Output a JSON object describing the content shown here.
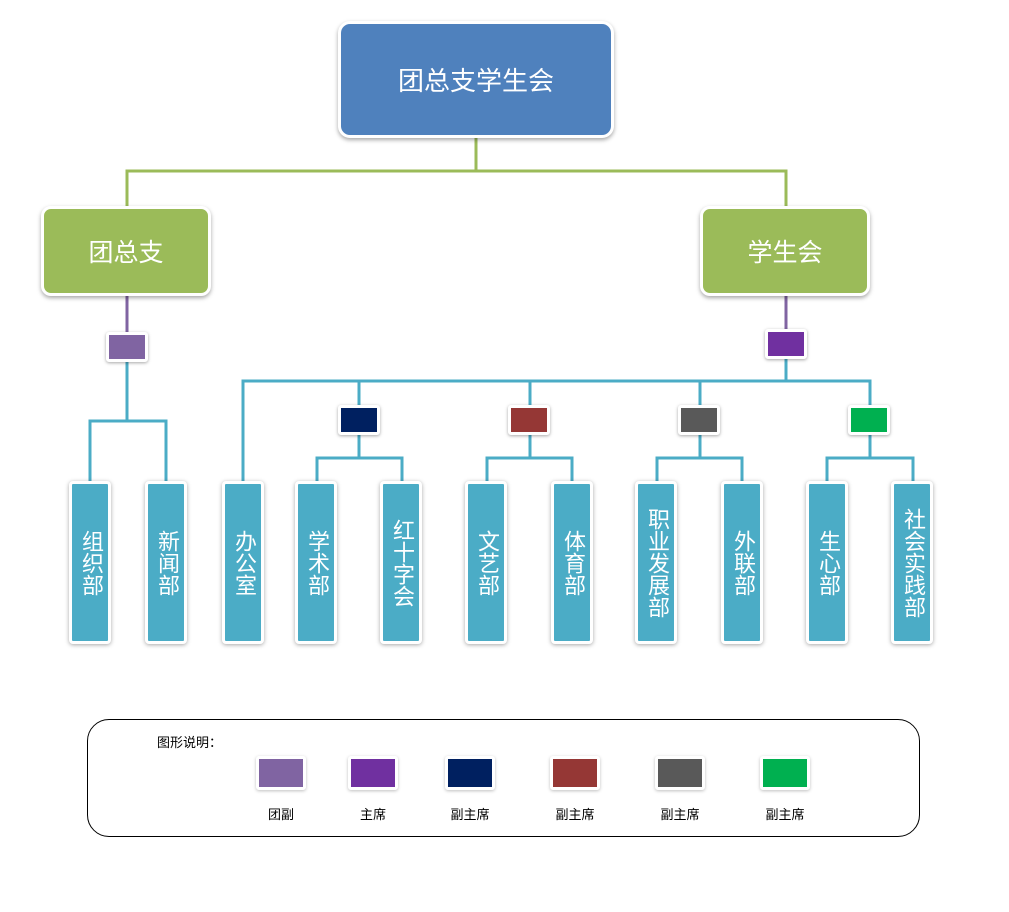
{
  "root": {
    "label": "团总支学生会",
    "color": "#4f81bd"
  },
  "branches": {
    "left": {
      "label": "团总支",
      "color": "#9bbb59"
    },
    "right": {
      "label": "学生会",
      "color": "#9bbb59"
    }
  },
  "colors": {
    "line_green": "#9bbb59",
    "line_purple": "#8064a2",
    "line_teal": "#4bacc6",
    "dept": "#4bacc6",
    "tuanfu": "#8064a2",
    "chair": "#7030a0",
    "vice_navy": "#002060",
    "vice_red": "#953735",
    "vice_gray": "#595959",
    "vice_green": "#00b050"
  },
  "departments": [
    {
      "label": "组织部",
      "group": "团副"
    },
    {
      "label": "新闻部",
      "group": "团副"
    },
    {
      "label": "办公室",
      "group": "主席"
    },
    {
      "label": "学术部",
      "group": "副主席-1"
    },
    {
      "label": "红十字会",
      "group": "副主席-1"
    },
    {
      "label": "文艺部",
      "group": "副主席-2"
    },
    {
      "label": "体育部",
      "group": "副主席-2"
    },
    {
      "label": "职业发展部",
      "group": "副主席-3"
    },
    {
      "label": "外联部",
      "group": "副主席-3"
    },
    {
      "label": "生心部",
      "group": "副主席-4"
    },
    {
      "label": "社会实践部",
      "group": "副主席-4"
    }
  ],
  "legend": {
    "title": "图形说明：",
    "items": [
      {
        "label": "团副",
        "color": "#8064a2"
      },
      {
        "label": "主席",
        "color": "#7030a0"
      },
      {
        "label": "副主席",
        "color": "#002060"
      },
      {
        "label": "副主席",
        "color": "#953735"
      },
      {
        "label": "副主席",
        "color": "#595959"
      },
      {
        "label": "副主席",
        "color": "#00b050"
      }
    ]
  }
}
